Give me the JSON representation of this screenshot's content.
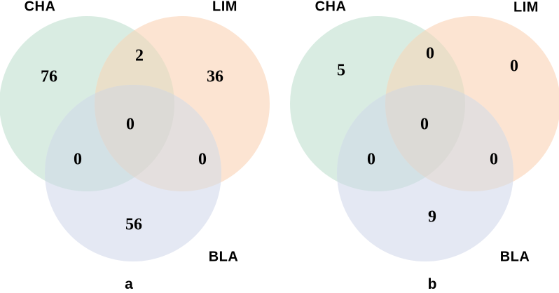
{
  "figure": {
    "type": "venn",
    "description_panels": [
      "a",
      "b"
    ]
  },
  "colors": {
    "cha": "#d9ece2",
    "lim": "#fce4d2",
    "bla": "#e4e8f3",
    "cha_lim": "#eadfc9",
    "cha_bla": "#d3e1e5",
    "lim_bla": "#e4dfde",
    "center": "#dcdad6"
  },
  "diagrams": [
    {
      "panel_label": "a",
      "sets": {
        "cha": "CHA",
        "lim": "LIM",
        "bla": "BLA"
      },
      "counts": {
        "cha_only": "76",
        "lim_only": "36",
        "bla_only": "56",
        "cha_lim": "2",
        "cha_bla": "0",
        "lim_bla": "0",
        "all": "0"
      }
    },
    {
      "panel_label": "b",
      "sets": {
        "cha": "CHA",
        "lim": "LIM",
        "bla": "BLA"
      },
      "counts": {
        "cha_only": "5",
        "lim_only": "0",
        "bla_only": "9",
        "cha_lim": "0",
        "cha_bla": "0",
        "lim_bla": "0",
        "all": "0"
      }
    }
  ]
}
